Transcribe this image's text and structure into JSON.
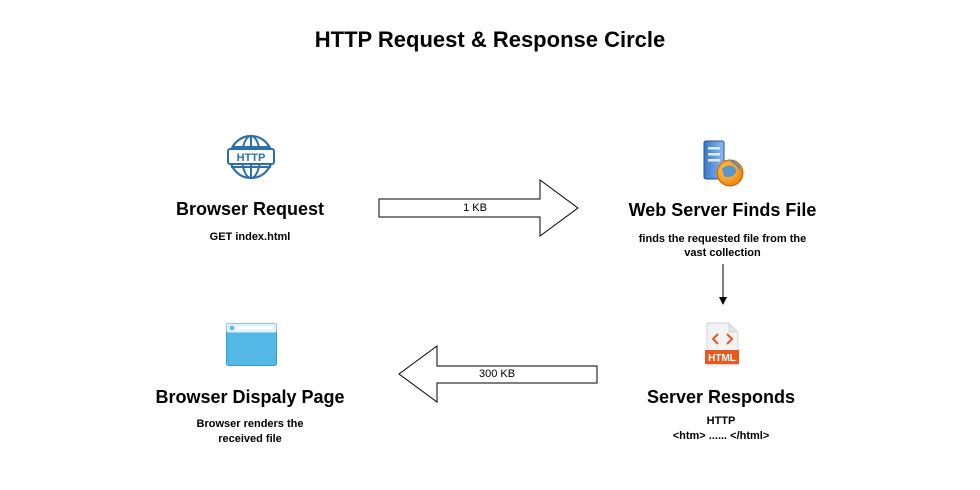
{
  "diagram": {
    "title": "HTTP Request & Response Circle",
    "nodes": {
      "browser_request": {
        "title": "Browser Request",
        "subtitle": "GET index.html",
        "icon": "http-globe-icon"
      },
      "web_server": {
        "title": "Web Server Finds File",
        "subtitle_line1": "finds the requested file from the",
        "subtitle_line2": "vast collection",
        "icon": "server-globe-icon"
      },
      "server_responds": {
        "title": "Server Responds",
        "subtitle_line1": "HTTP",
        "subtitle_line2": "<htm> ...... </html>",
        "icon": "html-file-icon",
        "icon_text": "HTML"
      },
      "browser_display": {
        "title": "Browser Dispaly Page",
        "subtitle_line1": "Browser renders the",
        "subtitle_line2": "received file",
        "icon": "browser-window-icon"
      }
    },
    "edges": {
      "request_arrow": {
        "label": "1 KB",
        "from": "browser_request",
        "to": "web_server"
      },
      "find_arrow": {
        "from": "web_server",
        "to": "server_responds"
      },
      "response_arrow": {
        "label": "300 KB",
        "from": "server_responds",
        "to": "browser_display"
      }
    },
    "http_badge_text": "HTTP"
  }
}
